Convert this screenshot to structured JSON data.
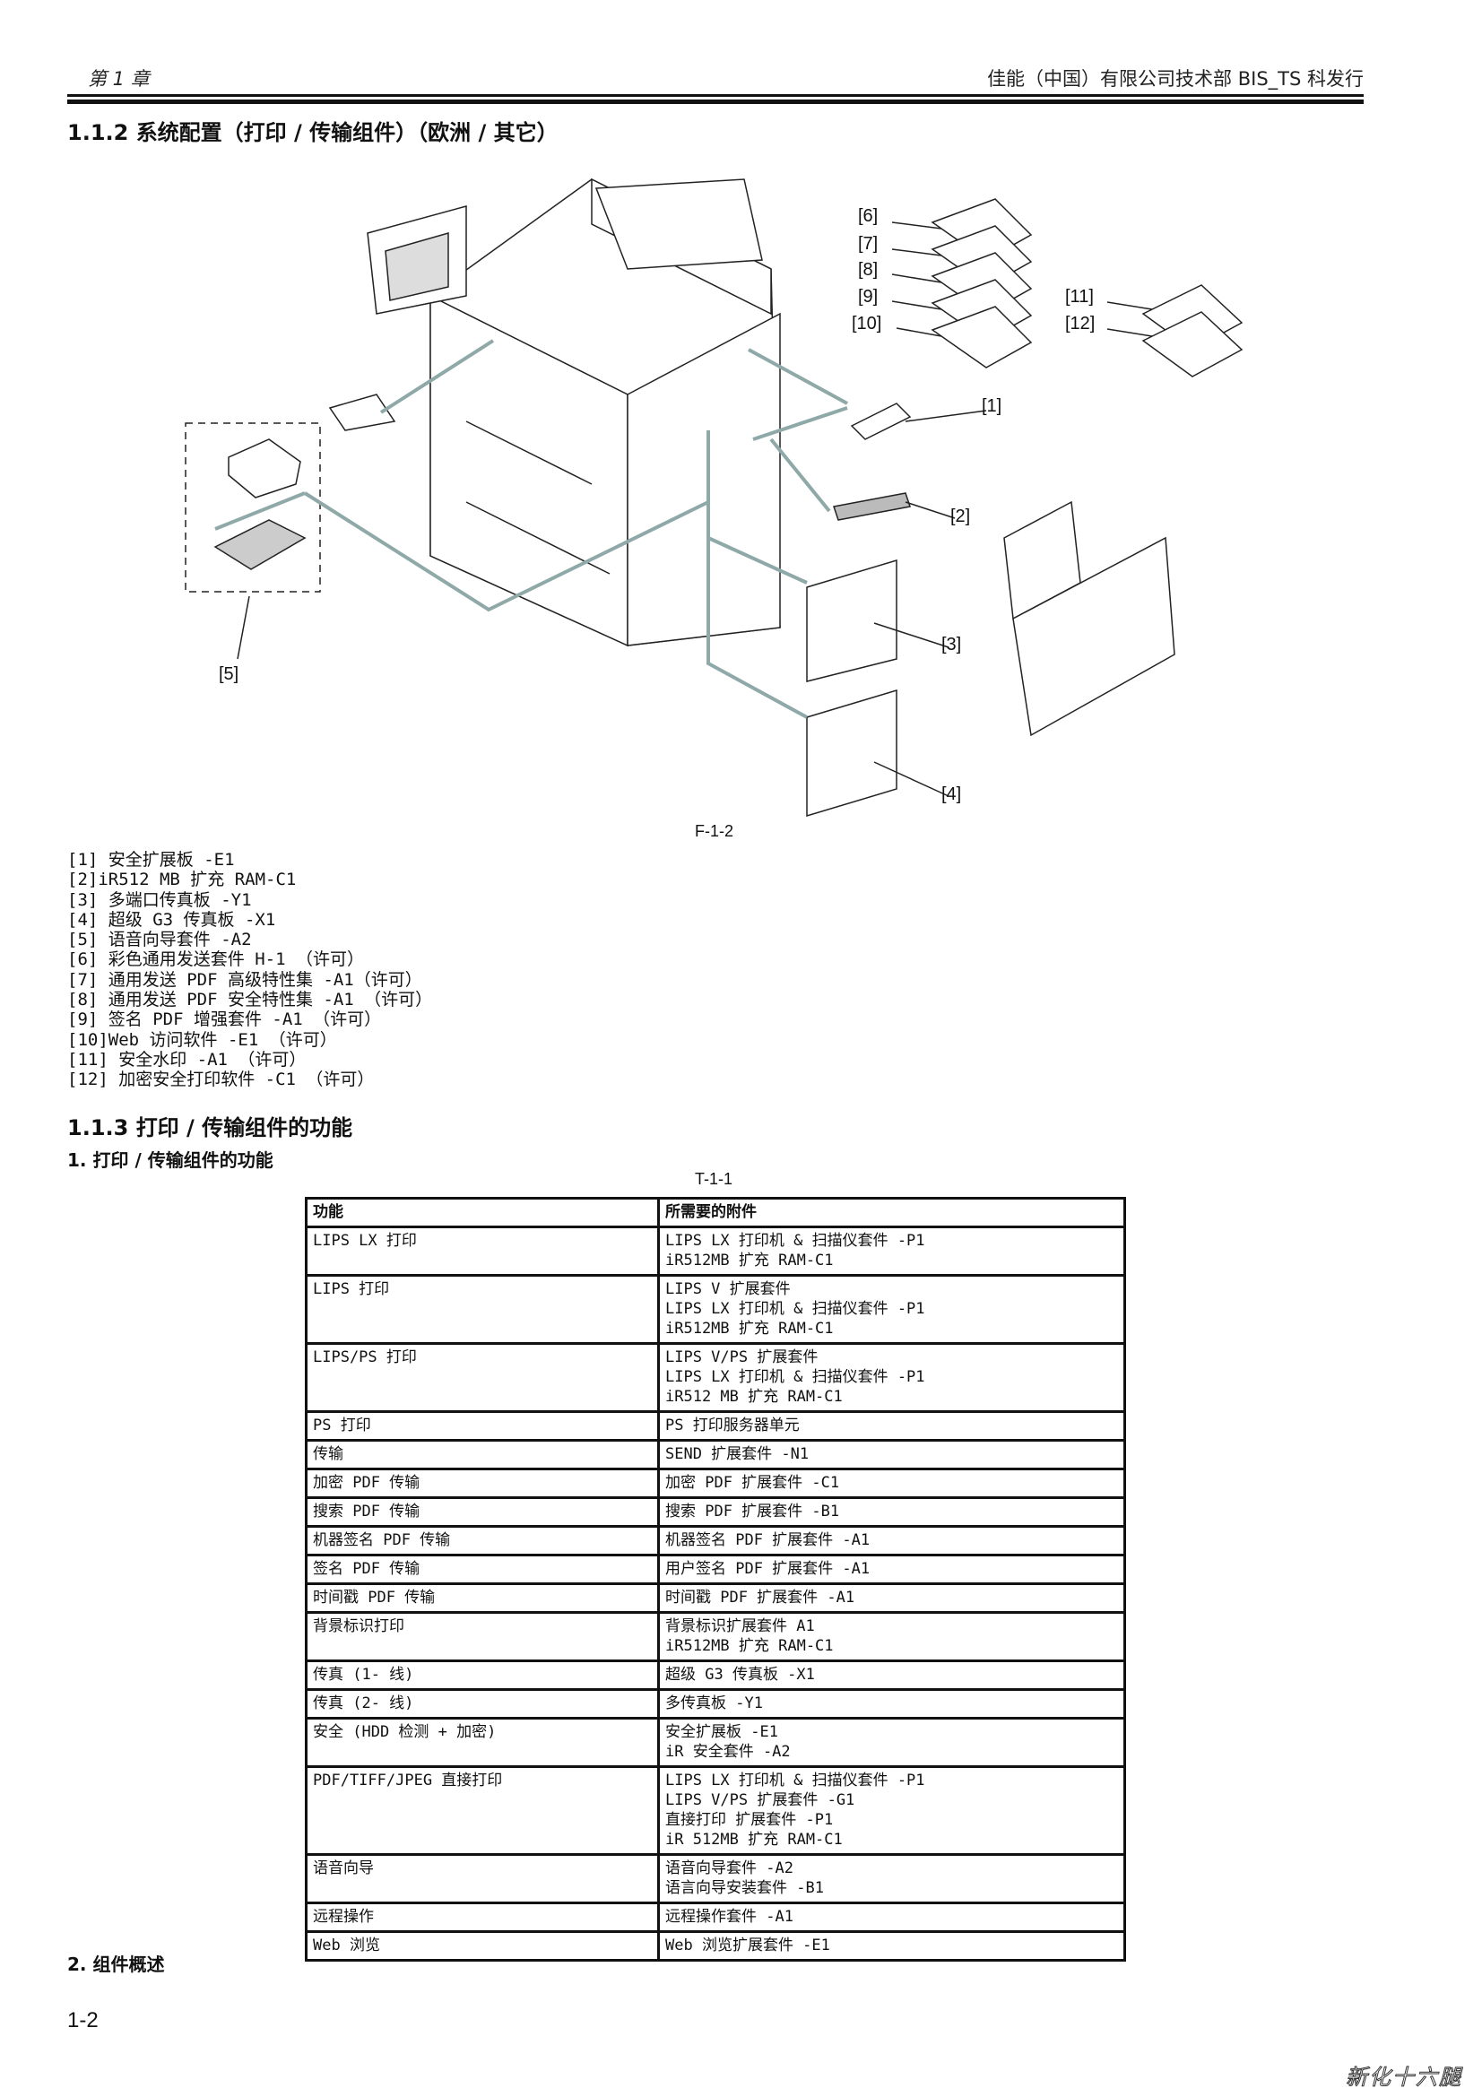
{
  "header": {
    "chapter": "第 1 章",
    "publisher": "佳能（中国）有限公司技术部 BIS_TS 科发行"
  },
  "section_112": {
    "title": "1.1.2  系统配置（打印 / 传输组件）（欧洲 / 其它）"
  },
  "figure": {
    "caption": "F-1-2",
    "callouts": [
      "[1]",
      "[2]",
      "[3]",
      "[4]",
      "[5]",
      "[6]",
      "[7]",
      "[8]",
      "[9]",
      "[10]",
      "[11]",
      "[12]"
    ]
  },
  "parts_list": [
    "[1] 安全扩展板 -E1",
    "[2]iR512 MB 扩充 RAM-C1",
    "[3] 多端口传真板 -Y1",
    "[4] 超级 G3 传真板 -X1",
    "[5] 语音向导套件 -A2",
    "[6] 彩色通用发送套件 H-1 （许可）",
    "[7] 通用发送 PDF 高级特性集 -A1（许可）",
    "[8] 通用发送 PDF 安全特性集 -A1 （许可）",
    "[9] 签名 PDF 增强套件 -A1 （许可）",
    "[10]Web 访问软件 -E1 （许可）",
    "[11] 安全水印 -A1 （许可）",
    "[12] 加密安全打印软件 -C1 （许可）"
  ],
  "section_113": {
    "title": "1.1.3  打印 / 传输组件的功能",
    "sub1": "1.  打印 / 传输组件的功能",
    "table_caption": "T-1-1",
    "sub2": "2.  组件概述"
  },
  "table": {
    "headers": [
      "功能",
      "所需要的附件"
    ],
    "rows": [
      {
        "function": [
          "LIPS LX 打印"
        ],
        "accessories": [
          "LIPS LX 打印机 & 扫描仪套件 -P1",
          "iR512MB 扩充 RAM-C1"
        ]
      },
      {
        "function": [
          "LIPS 打印"
        ],
        "accessories": [
          "LIPS V 扩展套件",
          "LIPS LX 打印机 & 扫描仪套件 -P1",
          "iR512MB 扩充 RAM-C1"
        ]
      },
      {
        "function": [
          "LIPS/PS 打印"
        ],
        "accessories": [
          "LIPS V/PS 扩展套件",
          "LIPS LX 打印机 & 扫描仪套件 -P1",
          "iR512 MB 扩充 RAM-C1"
        ]
      },
      {
        "function": [
          "PS 打印"
        ],
        "accessories": [
          "PS 打印服务器单元"
        ]
      },
      {
        "function": [
          "传输"
        ],
        "accessories": [
          "SEND 扩展套件 -N1"
        ]
      },
      {
        "function": [
          "加密 PDF 传输"
        ],
        "accessories": [
          "加密 PDF 扩展套件 -C1"
        ]
      },
      {
        "function": [
          "搜索 PDF 传输"
        ],
        "accessories": [
          "搜索 PDF 扩展套件 -B1"
        ]
      },
      {
        "function": [
          "机器签名 PDF 传输"
        ],
        "accessories": [
          "机器签名 PDF 扩展套件 -A1"
        ]
      },
      {
        "function": [
          "签名 PDF 传输"
        ],
        "accessories": [
          "用户签名 PDF 扩展套件 -A1"
        ]
      },
      {
        "function": [
          "时间戳 PDF 传输"
        ],
        "accessories": [
          "时间戳 PDF 扩展套件 -A1"
        ]
      },
      {
        "function": [
          "背景标识打印"
        ],
        "accessories": [
          "背景标识扩展套件 A1",
          "iR512MB 扩充 RAM-C1"
        ]
      },
      {
        "function": [
          "传真 (1- 线)"
        ],
        "accessories": [
          "超级 G3 传真板 -X1"
        ]
      },
      {
        "function": [
          "传真 (2- 线)"
        ],
        "accessories": [
          "多传真板 -Y1"
        ]
      },
      {
        "function": [
          "安全 (HDD 检测 + 加密)"
        ],
        "accessories": [
          "安全扩展板 -E1",
          "iR 安全套件 -A2"
        ]
      },
      {
        "function": [
          "PDF/TIFF/JPEG 直接打印"
        ],
        "accessories": [
          "LIPS LX 打印机 & 扫描仪套件 -P1",
          "LIPS V/PS 扩展套件 -G1",
          "直接打印 扩展套件 -P1",
          "iR 512MB 扩充 RAM-C1"
        ]
      },
      {
        "function": [
          "语音向导"
        ],
        "accessories": [
          "语音向导套件 -A2",
          "语言向导安装套件 -B1"
        ]
      },
      {
        "function": [
          "远程操作"
        ],
        "accessories": [
          "远程操作套件 -A1"
        ]
      },
      {
        "function": [
          "Web 浏览"
        ],
        "accessories": [
          "Web 浏览扩展套件 -E1"
        ]
      }
    ]
  },
  "footer": {
    "page_number": "1-2",
    "watermark": "新化十六腿"
  },
  "colors": {
    "connector": "#8fa8a8",
    "ink": "#111111"
  }
}
